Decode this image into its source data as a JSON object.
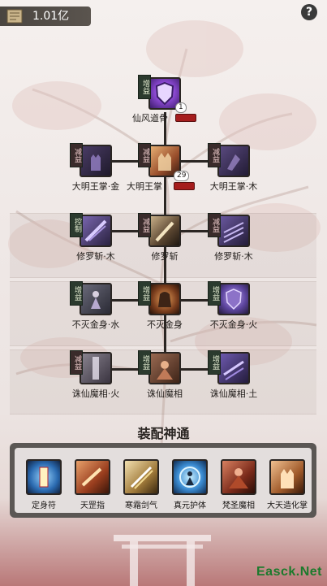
{
  "header": {
    "currency_value": "1.01亿",
    "help_label": "?"
  },
  "tree": {
    "row0": [
      {
        "id": "n0",
        "label": "仙风道骨",
        "tag": "增益",
        "level": "1"
      }
    ],
    "row1": [
      {
        "id": "n1l",
        "label": "大明王掌·金",
        "tag": "减益"
      },
      {
        "id": "n1c",
        "label": "大明王掌",
        "tag": "减益",
        "level": "29"
      },
      {
        "id": "n1r",
        "label": "大明王掌·木",
        "tag": "减益"
      }
    ],
    "row2": [
      {
        "id": "n2l",
        "label": "修罗斩·木",
        "tag": "控制"
      },
      {
        "id": "n2c",
        "label": "修罗斩",
        "tag": "减益"
      },
      {
        "id": "n2r",
        "label": "修罗斩·木",
        "tag": "减益"
      }
    ],
    "row3": [
      {
        "id": "n3l",
        "label": "不灭金身·水",
        "tag": "增益"
      },
      {
        "id": "n3c",
        "label": "不灭金身",
        "tag": "增益"
      },
      {
        "id": "n3r",
        "label": "不灭金身·火",
        "tag": "增益"
      }
    ],
    "row4": [
      {
        "id": "n4l",
        "label": "诛仙魔相·火",
        "tag": "减益"
      },
      {
        "id": "n4c",
        "label": "诛仙魔相",
        "tag": "增益"
      },
      {
        "id": "n4r",
        "label": "诛仙魔相·土",
        "tag": "增益"
      }
    ]
  },
  "equip": {
    "title": "装配神通",
    "skills": [
      {
        "label": "定身符"
      },
      {
        "label": "天罡指"
      },
      {
        "label": "寒霜剑气"
      },
      {
        "label": "真元护体"
      },
      {
        "label": "梵圣魔相"
      },
      {
        "label": "大天造化掌"
      }
    ]
  },
  "watermark": "Easck.Net",
  "colors": {
    "buff_tag": "#2b3a2e",
    "debuff_tag": "#3a2b2b",
    "accent_red": "#a51d1d",
    "watermark": "#1b7a2c"
  }
}
